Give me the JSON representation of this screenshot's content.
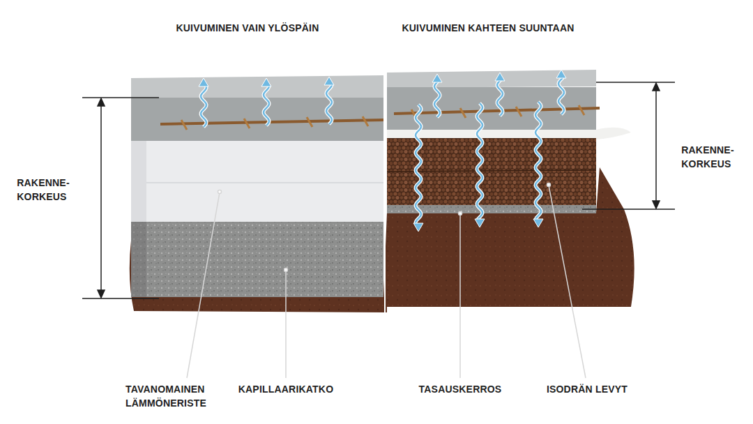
{
  "diagram": {
    "labels": [
      "KUIVUMINEN VAIN YLÖSPÄIN",
      "KUIVUMINEN KAHTEEN SUUNTAAN",
      "RAKENNE- KORKEUS",
      "RAKENNE- KORKEUS",
      "TAVANOMAINEN LÄMMÖNERISTE",
      "KAPILLAARIKATKO",
      "TASAUSKERROS",
      "ISODRÄN LEVYT"
    ]
  }
}
